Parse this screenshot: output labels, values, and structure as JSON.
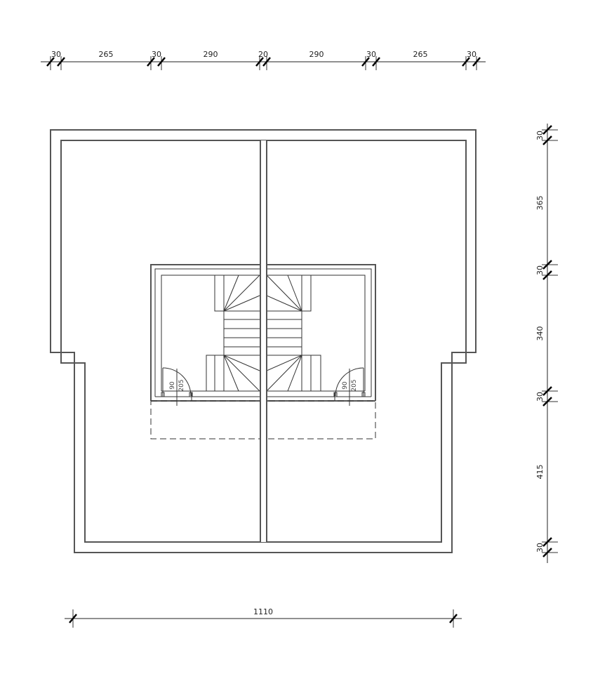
{
  "drawing": {
    "type": "floor plan",
    "top_dimensions": [
      "30",
      "265",
      "30",
      "290",
      "20",
      "290",
      "30",
      "265",
      "30"
    ],
    "right_dimensions": [
      "30",
      "365",
      "30",
      "340",
      "30",
      "415",
      "30"
    ],
    "bottom_dimension": "1110",
    "doors": [
      {
        "width": "90",
        "height": "205"
      },
      {
        "width": "90",
        "height": "205"
      }
    ],
    "colors": {
      "line": "#333333",
      "wall": "#555555",
      "background": "#ffffff"
    }
  }
}
